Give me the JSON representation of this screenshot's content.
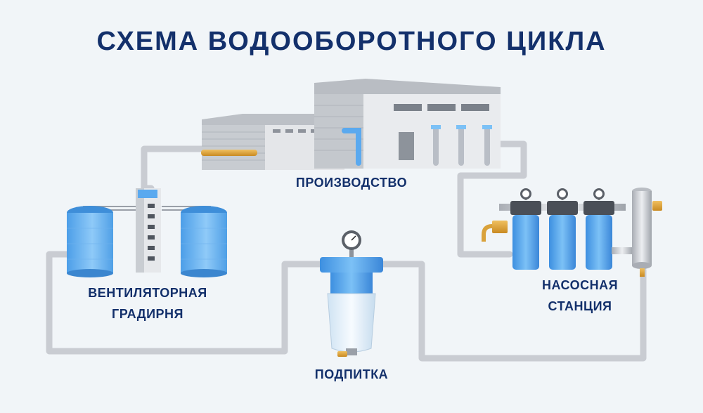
{
  "title": "СХЕМА ВОДООБОРОТНОГО ЦИКЛА",
  "labels": {
    "production": "ПРОИЗВОДСТВО",
    "cooling_line1": "ВЕНТИЛЯТОРНАЯ",
    "cooling_line2": "ГРАДИРНЯ",
    "pumping_line1": "НАСОСНАЯ",
    "pumping_line2": "СТАНЦИЯ",
    "makeup": "ПОДПИТКА"
  },
  "colors": {
    "background": "#f1f5f8",
    "title": "#13306b",
    "pipe": "#c9ccd2",
    "water_blue": "#5aa9ef",
    "building_gray": "#d5d8dd",
    "brass": "#d9a23b"
  }
}
